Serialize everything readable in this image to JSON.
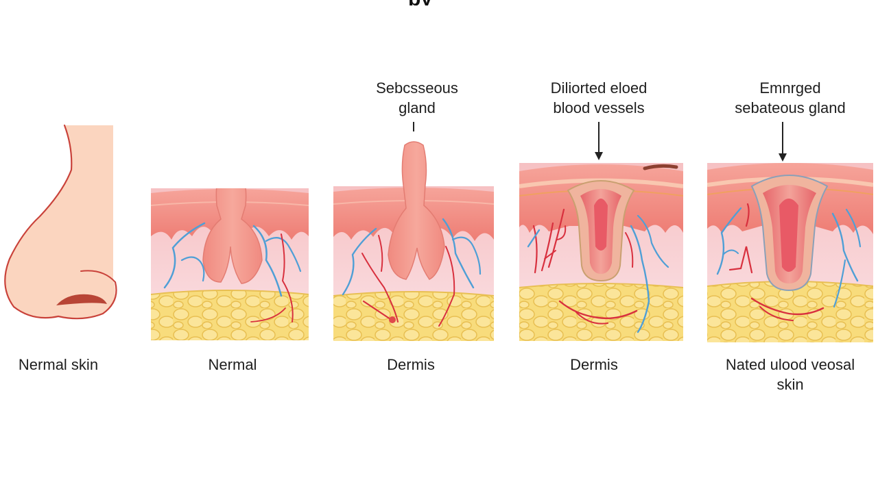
{
  "title_fragment": "py",
  "callouts": {
    "sebaceous_gland": "Sebcsseous\ngland",
    "dilated_vessels": "Diliorted eloed\nblood vessels",
    "enlarged_gland": "Emnrged\nsebateous gland"
  },
  "captions": {
    "nose": "Nermal skin",
    "panel1": "Nermal",
    "panel2": "Dermis",
    "panel3": "Dermis",
    "panel4": "Nated ulood veosal\nskin"
  },
  "colors": {
    "skin": "#fbd5bf",
    "epidermis": "#f08a80",
    "dermis": "#f8d0d6",
    "fat": "#f7d873",
    "vein": "#4f9fd6",
    "artery": "#d8303e"
  }
}
